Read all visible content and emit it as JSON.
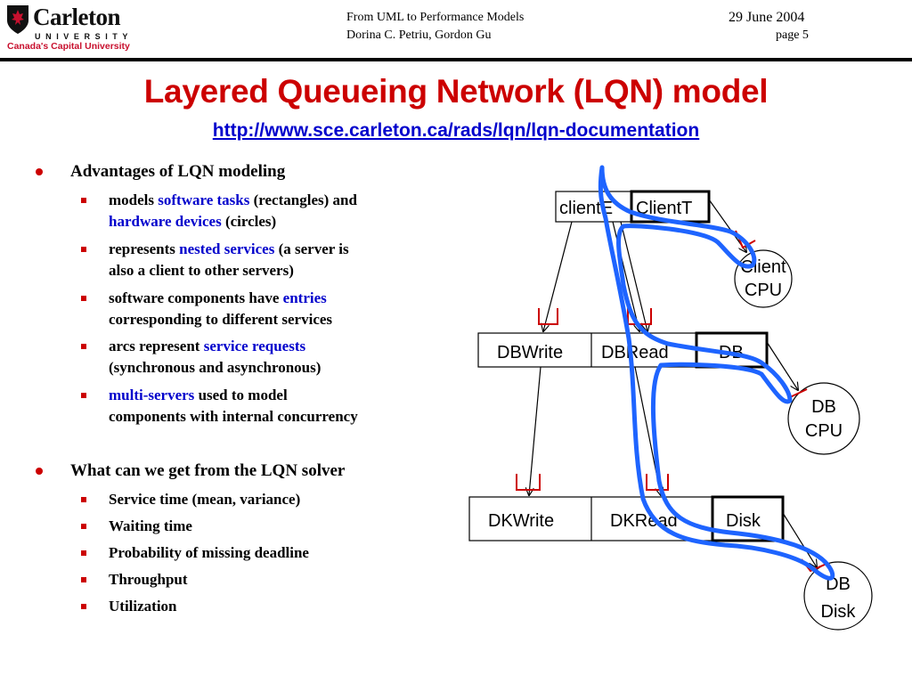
{
  "logo": {
    "wordmark": "Carleton",
    "subline": "UNIVERSITY",
    "tagline": "Canada's Capital University"
  },
  "header": {
    "line1": "From UML to Performance Models",
    "line2": "Dorina C. Petriu, Gordon Gu",
    "date": "29 June 2004",
    "page": "page 5"
  },
  "title": "Layered Queueing Network (LQN) model",
  "url": "http://www.sce.carleton.ca/rads/lqn/lqn-documentation",
  "sections": [
    {
      "heading": "Advantages of LQN modeling",
      "items": [
        {
          "line1": [
            "models ",
            "software tasks",
            " (rectangles) and"
          ],
          "line2": [
            "hardware devices",
            " (circles)"
          ]
        },
        {
          "line1": [
            "represents ",
            "nested services",
            " (a server is"
          ],
          "line2": [
            "also a client to other servers)",
            ""
          ]
        },
        {
          "line1": [
            "software components have ",
            "entries",
            ""
          ],
          "line2": [
            "corresponding to different services",
            ""
          ]
        },
        {
          "line1": [
            "arcs represent ",
            "service requests",
            ""
          ],
          "line2": [
            "(synchronous and asynchronous)",
            ""
          ]
        },
        {
          "line1": [
            "",
            "multi-servers",
            " used to model"
          ],
          "line2": [
            "components with internal concurrency",
            ""
          ]
        }
      ]
    },
    {
      "heading": "What can we get from the LQN solver",
      "items": [
        "Service time (mean, variance)",
        "Waiting time",
        "Probability of missing deadline",
        "Throughput",
        "Utilization"
      ]
    }
  ],
  "diagram": {
    "client_entry": "clientE",
    "client_task": "ClientT",
    "client_cpu": [
      "Client",
      "CPU"
    ],
    "db_entries": [
      "DBWrite",
      "DBRead"
    ],
    "db_task": "DB",
    "db_cpu": [
      "DB",
      "CPU"
    ],
    "disk_entries": [
      "DKWrite",
      "DKRead"
    ],
    "disk_task": "Disk",
    "db_disk": [
      "DB",
      "Disk"
    ]
  },
  "colors": {
    "title": "#cc0000",
    "link": "#0000cc",
    "bullet": "#cc0000",
    "path": "#1e64ff"
  }
}
